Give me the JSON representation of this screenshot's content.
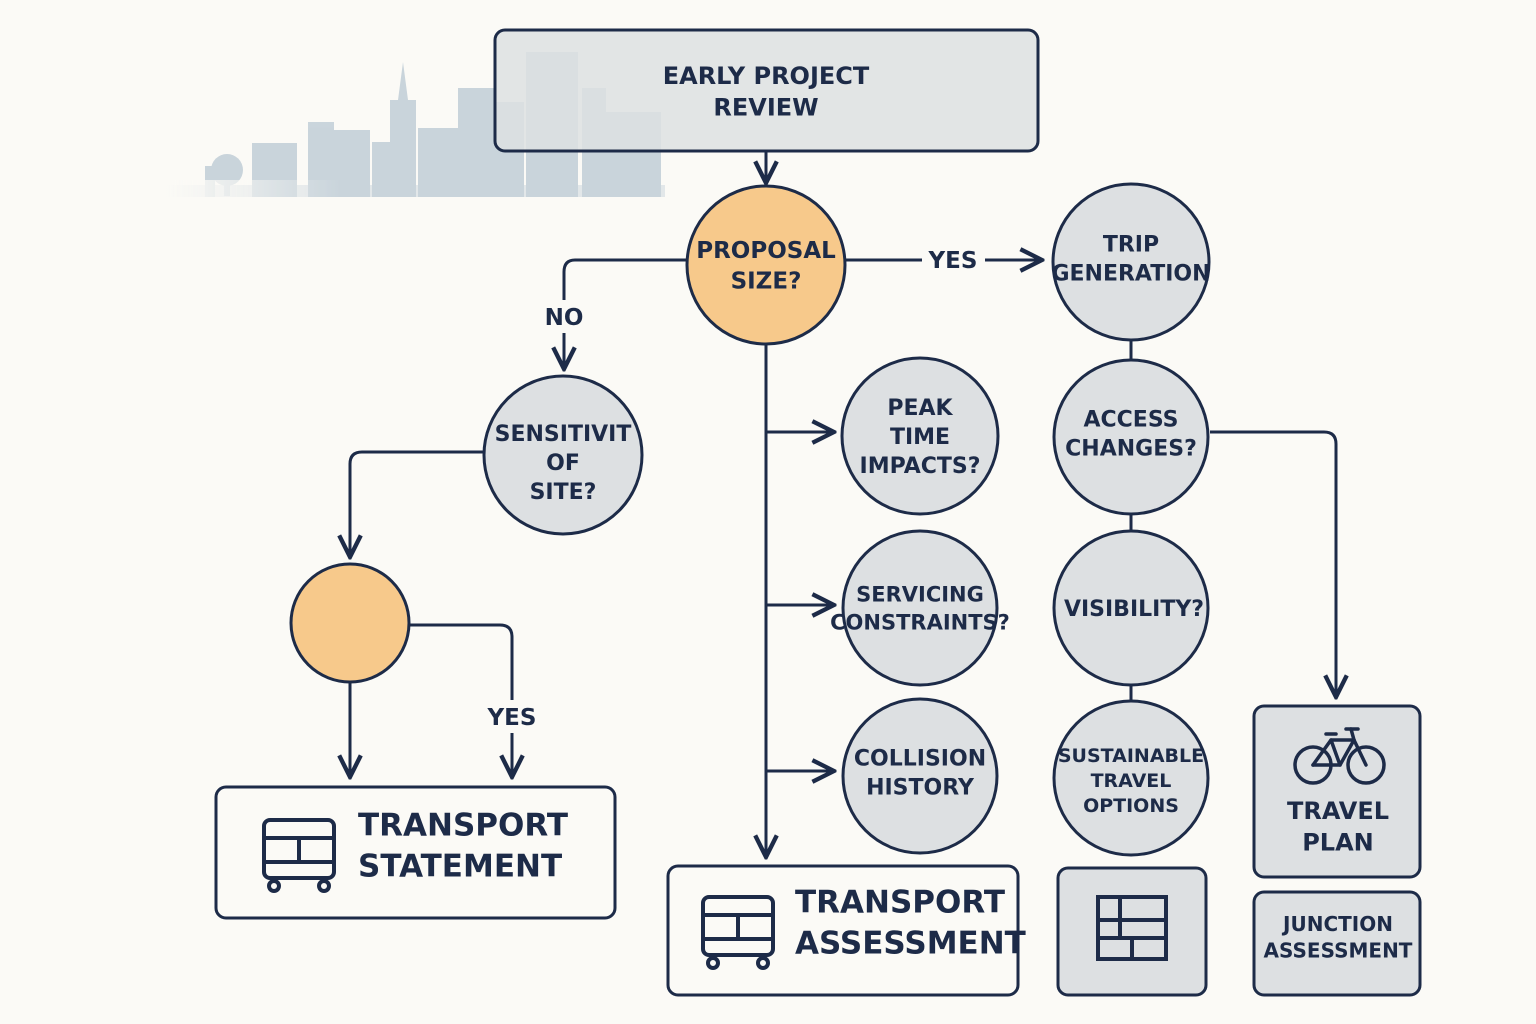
{
  "colors": {
    "background": "#fbfaf6",
    "ink": "#1d2b48",
    "node_fill": "#dde0e2",
    "highlight_fill": "#f7c98b",
    "skyline": "#b9c8d3"
  },
  "nodes": {
    "early_review": {
      "lines": [
        "EARLY PROJECT",
        "REVIEW"
      ]
    },
    "proposal_size": {
      "lines": [
        "PROPOSAL",
        "SIZE?"
      ]
    },
    "trip_generation": {
      "lines": [
        "TRIP",
        "GENERATION"
      ]
    },
    "sensitivity": {
      "lines": [
        "SENSITIVIT",
        "OF",
        "SITE?"
      ]
    },
    "decision_blank": {
      "lines": []
    },
    "peak_time": {
      "lines": [
        "PEAK",
        "TIME",
        "IMPACTS?"
      ]
    },
    "servicing": {
      "lines": [
        "SERVICING",
        "CONSTRAINTS?"
      ]
    },
    "collision": {
      "lines": [
        "COLLISION",
        "HISTORY"
      ]
    },
    "access": {
      "lines": [
        "ACCESS",
        "CHANGES?"
      ]
    },
    "visibility": {
      "lines": [
        "VISIBILITY?"
      ]
    },
    "sustainable": {
      "lines": [
        "SUSTAINABLE",
        "TRAVEL",
        "OPTIONS"
      ]
    },
    "transport_statement": {
      "lines": [
        "TRANSPORT",
        "STATEMENT"
      ],
      "icon": "bus-icon"
    },
    "transport_assessment": {
      "lines": [
        "TRANSPORT",
        "ASSESSMENT"
      ],
      "icon": "bus-icon"
    },
    "layout_box": {
      "lines": [],
      "icon": "layout-plan-icon"
    },
    "travel_plan": {
      "lines": [
        "TRAVEL",
        "PLAN"
      ],
      "icon": "bicycle-icon"
    },
    "junction": {
      "lines": [
        "JUNCTION",
        "ASSESSMENT"
      ]
    }
  },
  "edge_labels": {
    "yes_trip": "YES",
    "no_sensitivity": "NO",
    "yes_statement": "YES"
  }
}
